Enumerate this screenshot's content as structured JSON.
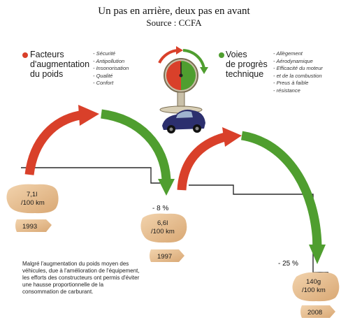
{
  "title": "Un pas en arrière, deux pas en avant",
  "subtitle": "Source : CCFA",
  "colors": {
    "red": "#d9402a",
    "green": "#4f9e2f",
    "tag": "#e3bb8e",
    "line": "#2a2a2a"
  },
  "left_heading": [
    "Facteurs",
    "d'augmentation",
    "du poids"
  ],
  "left_factors": [
    "Sécurité",
    "Antipollution",
    "Insonorisation",
    "Qualité",
    "Confort"
  ],
  "right_heading": [
    "Voies",
    "de progrès",
    "technique"
  ],
  "right_factors": [
    "Allègement",
    "Aérodynamique",
    "Efficacité du moteur",
    "et de la combustion",
    "Preus à faible",
    "résistance"
  ],
  "steps": [
    {
      "value": [
        "7,1l",
        "/100 km"
      ],
      "year": "1993"
    },
    {
      "value": [
        "6,6l",
        "/100 km"
      ],
      "year": "1997",
      "change": "- 8 %"
    },
    {
      "value": [
        "140g",
        "/100 km"
      ],
      "year": "2008",
      "change": "- 25 %"
    }
  ],
  "note": "Malgré l'augmentation du poids moyen des véhicules, due à l'amélioration de l'équipement, les efforts des constructeurs ont permis d'éviter une hausse proportionnelle de la consommation de carburant.",
  "icons": [
    "weighing-scale-icon",
    "car-icon"
  ]
}
